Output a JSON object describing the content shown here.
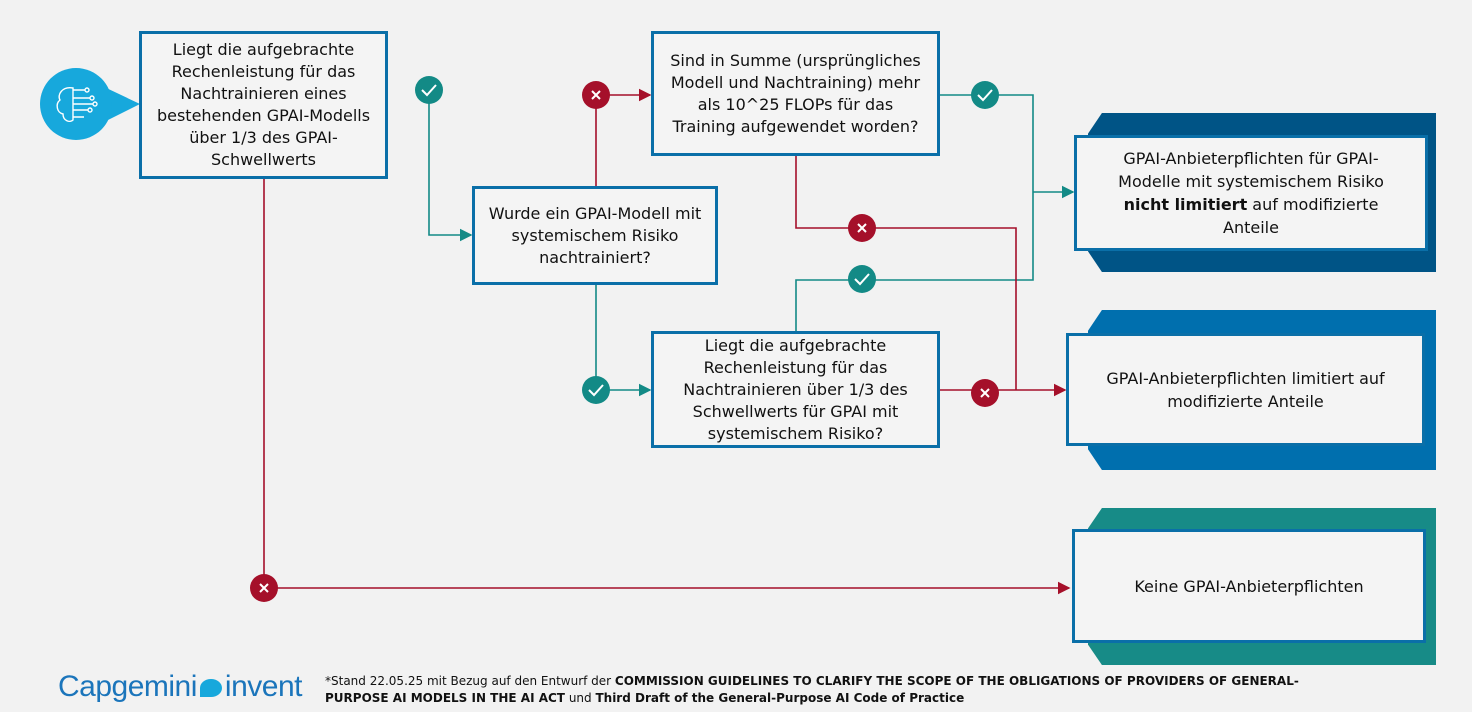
{
  "colors": {
    "blue": "#0a6fa8",
    "teal": "#138a86",
    "red": "#a5102a",
    "dark_blue": "#005486",
    "mid_blue": "#006fae",
    "teal_back": "#178b87",
    "icon": "#17a8dc"
  },
  "start_icon": "brain-circuit-icon",
  "questions": {
    "q1": "Liegt die aufgebrachte Rechenleistung für das Nachtrainieren eines bestehenden GPAI-Modells über 1/3 des GPAI-Schwellwerts",
    "q2": "Wurde ein GPAI-Modell mit systemischem Risiko nachtrainiert?",
    "q3": "Sind in Summe (ursprüngliches Modell und Nachtraining) mehr als 10^25 FLOPs für das Training aufgewendet worden?",
    "q4": "Liegt die aufgebrachte Rechenleistung für das Nachtrainieren über 1/3 des Schwellwerts für GPAI mit systemischem Risiko?"
  },
  "outcomes": {
    "o1": {
      "pre": "GPAI-Anbieterpflichten für GPAI-Modelle mit systemischem Risiko ",
      "bold": "nicht limitiert",
      "post": " auf modifizierte Anteile"
    },
    "o2": "GPAI-Anbieterpflichten limitiert auf modifizierte Anteile",
    "o3": "Keine GPAI-Anbieterpflichten"
  },
  "logo": {
    "brand": "Capgemini",
    "sub": "invent"
  },
  "footnote": {
    "p1": "*Stand 22.05.25 mit Bezug auf den Entwurf der ",
    "b1": "COMMISSION GUIDELINES TO CLARIFY THE SCOPE OF THE OBLIGATIONS OF PROVIDERS OF GENERAL-PURPOSE AI MODELS IN THE AI ACT",
    "p2": " und ",
    "b2": "Third Draft of the General-Purpose AI Code of Practice"
  }
}
